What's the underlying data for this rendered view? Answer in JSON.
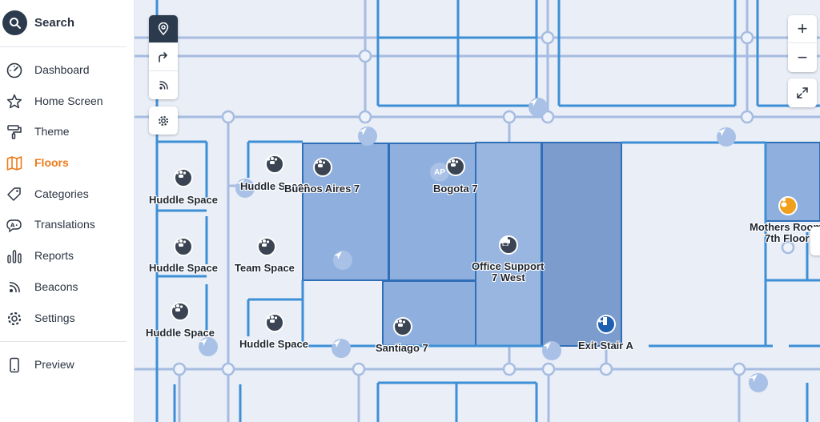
{
  "sidebar": {
    "search_label": "Search",
    "items": [
      {
        "label": "Dashboard",
        "icon": "dashboard-gauge-icon"
      },
      {
        "label": "Home Screen",
        "icon": "star-icon"
      },
      {
        "label": "Theme",
        "icon": "paint-roller-icon"
      },
      {
        "label": "Floors",
        "icon": "map-icon",
        "active": true
      },
      {
        "label": "Categories",
        "icon": "tag-icon"
      },
      {
        "label": "Translations",
        "icon": "translate-icon"
      },
      {
        "label": "Reports",
        "icon": "bar-chart-icon"
      },
      {
        "label": "Beacons",
        "icon": "beacon-signal-icon"
      },
      {
        "label": "Settings",
        "icon": "gear-icon"
      }
    ],
    "preview_label": "Preview"
  },
  "map": {
    "labels": {
      "huddle_1": "Huddle Space",
      "huddle_2": "Huddle Space",
      "huddle_3": "Huddle Space",
      "huddle_4": "Huddle Space",
      "huddle_5": "Huddle Space",
      "team_space": "Team Space",
      "buenos_aires": "Buenos Aires 7",
      "bogota": "Bogota 7",
      "santiago": "Santiago 7",
      "office_support_1": "Office Support",
      "office_support_2": "7 West",
      "exit_stair": "Exit Stair A",
      "mothers_room_1": "Mothers Room",
      "mothers_room_2": "7th Floor",
      "ap_badge": "AP"
    },
    "zoom_in": "+",
    "zoom_out": "−"
  },
  "colors": {
    "accent": "#ef7a1a",
    "sidebar_dark": "#2b3a4d",
    "map_bg": "#e9eef7",
    "wall": "#3d8fd6",
    "room_fill": "#8fb0de",
    "room_dark_fill": "#7b9ccd",
    "path": "#9fb6dc"
  }
}
